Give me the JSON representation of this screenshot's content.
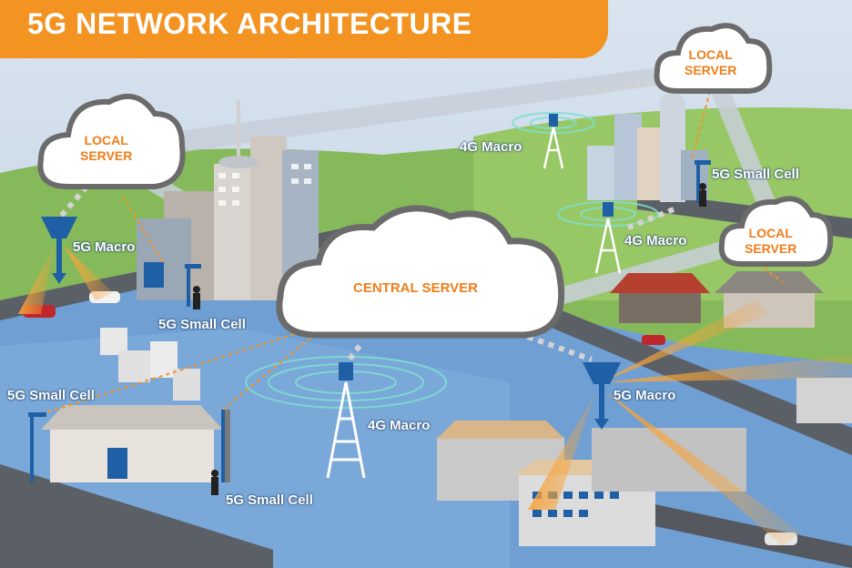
{
  "title": "5G NETWORK ARCHITECTURE",
  "clouds": {
    "local_server_left": {
      "line1": "LOCAL",
      "line2": "SERVER"
    },
    "local_server_top_right": {
      "line1": "LOCAL",
      "line2": "SERVER"
    },
    "local_server_right": {
      "line1": "LOCAL",
      "line2": "SERVER"
    },
    "central_server": "CENTRAL SERVER"
  },
  "labels": {
    "macro_4g_top": "4G Macro",
    "small_cell_5g_top_right": "5G Small Cell",
    "macro_4g_right": "4G Macro",
    "macro_5g_left": "5G Macro",
    "small_cell_5g_mid_left": "5G Small Cell",
    "small_cell_5g_left": "5G Small Cell",
    "macro_4g_center": "4G Macro",
    "macro_5g_right": "5G Macro",
    "small_cell_5g_bottom": "5G Small Cell"
  },
  "colors": {
    "accent_orange": "#f39322",
    "cloud_fill": "#ffffff",
    "cloud_outline": "#6b6b6b",
    "tower_blue": "#1f5fa6",
    "ground_green": "#7db34a",
    "water_blue": "#6d9bd1"
  }
}
